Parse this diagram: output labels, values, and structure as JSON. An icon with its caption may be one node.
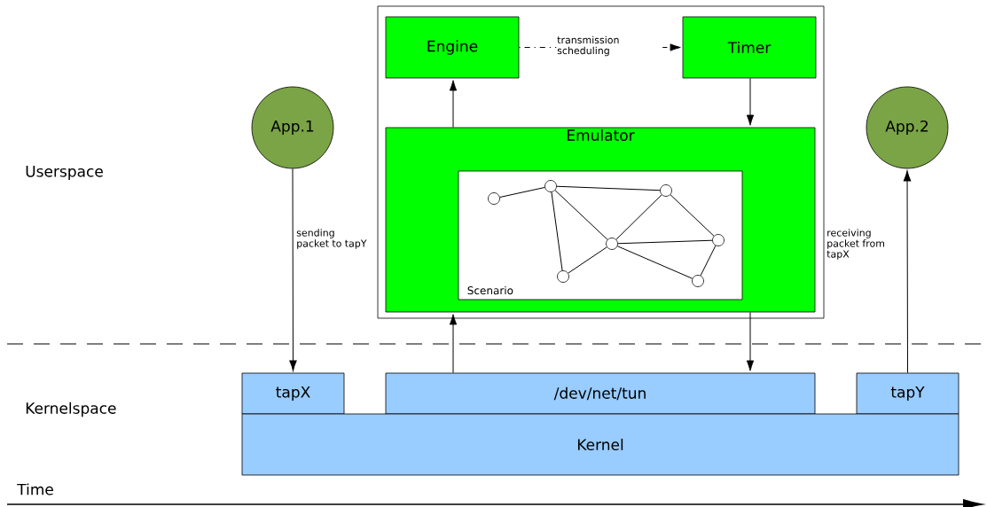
{
  "diagram": {
    "nodes": [
      {
        "text": [],
        "shape": "box"
      },
      {
        "text": [
          "Engine"
        ],
        "in": 0
      },
      {
        "text": [
          "Timer"
        ],
        "in": 0
      },
      {
        "text": [
          "Emulator"
        ],
        "in": 0
      },
      {
        "text": [
          "Scenario"
        ],
        "in": 3
      },
      {
        "text": [],
        "shape": "circle",
        "in": 4
      },
      {
        "text": [],
        "shape": "circle",
        "in": 4
      },
      {
        "text": [],
        "shape": "circle",
        "in": 4
      },
      {
        "text": [],
        "shape": "circle",
        "in": 4
      },
      {
        "text": [],
        "shape": "circle",
        "in": 4
      },
      {
        "text": [],
        "shape": "circle",
        "in": 4
      },
      {
        "text": [],
        "shape": "circle",
        "in": 4
      },
      {
        "text": [
          "App.1"
        ]
      },
      {
        "text": [
          "App.2"
        ]
      },
      {
        "text": [
          "tapX"
        ]
      },
      {
        "text": [
          "/dev/net/tun"
        ]
      },
      {
        "text": [
          "tapY"
        ]
      },
      {
        "text": [
          "Kernel"
        ]
      }
    ],
    "edges": [
      {
        "from": 1,
        "to": 2,
        "arrow": "to",
        "style": "dashed",
        "label": "transmission scheduling"
      },
      {
        "from": 3,
        "to": 1,
        "arrow": "to"
      },
      {
        "from": 2,
        "to": 3,
        "arrow": "to"
      },
      {
        "from": 15,
        "to": 3,
        "arrow": "to"
      },
      {
        "from": 3,
        "to": 15,
        "arrow": "to"
      },
      {
        "from": 12,
        "to": 14,
        "arrow": "to",
        "label": "sending packet to tapY"
      },
      {
        "from": 16,
        "to": 13,
        "arrow": "to",
        "label": "receiving packet from tapX"
      },
      {
        "from": 5,
        "to": 6,
        "arrow": "none"
      },
      {
        "from": 6,
        "to": 9,
        "arrow": "none"
      },
      {
        "from": 6,
        "to": 8,
        "arrow": "none"
      },
      {
        "from": 6,
        "to": 7,
        "arrow": "none"
      },
      {
        "from": 9,
        "to": 8,
        "arrow": "none"
      },
      {
        "from": 9,
        "to": 11,
        "arrow": "none"
      },
      {
        "from": 8,
        "to": 11,
        "arrow": "none"
      },
      {
        "from": 8,
        "to": 7,
        "arrow": "none"
      },
      {
        "from": 8,
        "to": 10,
        "arrow": "none"
      },
      {
        "from": 11,
        "to": 10,
        "arrow": "none"
      }
    ],
    "labels": [
      "Userspace",
      "Kernelspace",
      "Time"
    ]
  }
}
